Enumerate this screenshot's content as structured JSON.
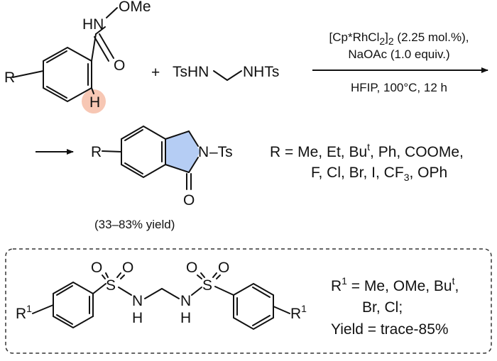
{
  "reactant1": {
    "nh_label": "HN",
    "ome_label": "OMe",
    "o_label": "O",
    "r_label": "R",
    "h_label": "H",
    "highlight_color": "#f7c7b4"
  },
  "plus_sign": "+",
  "reactant2": {
    "left": "TsHN",
    "right": "NHTs"
  },
  "conditions": {
    "line1_a": "[Cp*RhCl",
    "line1_sub": "2",
    "line1_b": "]",
    "line1_sub2": "2",
    "line1_c": " (2.25 mol.%),",
    "line2": "NaOAc (1.0 equiv.)",
    "line3": "HFIP, 100°C, 12 h"
  },
  "product": {
    "r_label": "R",
    "n_label": "N",
    "ts_label": "–Ts",
    "o_label": "O",
    "yield": "(33–83% yield)",
    "ring_color": "#b5cdf4"
  },
  "r_groups": {
    "line1_a": "R = Me, Et, Bu",
    "line1_sup": "t",
    "line1_b": ", Ph, COOMe,",
    "line2_a": "F, Cl, Br, I, CF",
    "line2_sub": "3",
    "line2_b": ", OPh"
  },
  "byproduct": {
    "r1_left": "R",
    "r1_left_sup": "1",
    "r1_right": "R",
    "r1_right_sup": "1",
    "s_label": "S",
    "o_label": "O",
    "nh_n": "N",
    "nh_h": "H",
    "r1_line1_a": "R",
    "r1_line1_sup": "1",
    "r1_line1_b": " = Me, OMe, Bu",
    "r1_line1_sup2": "t",
    "r1_line1_c": ",",
    "r1_line2": "Br, Cl;",
    "yield_line": "Yield = trace-85%"
  }
}
